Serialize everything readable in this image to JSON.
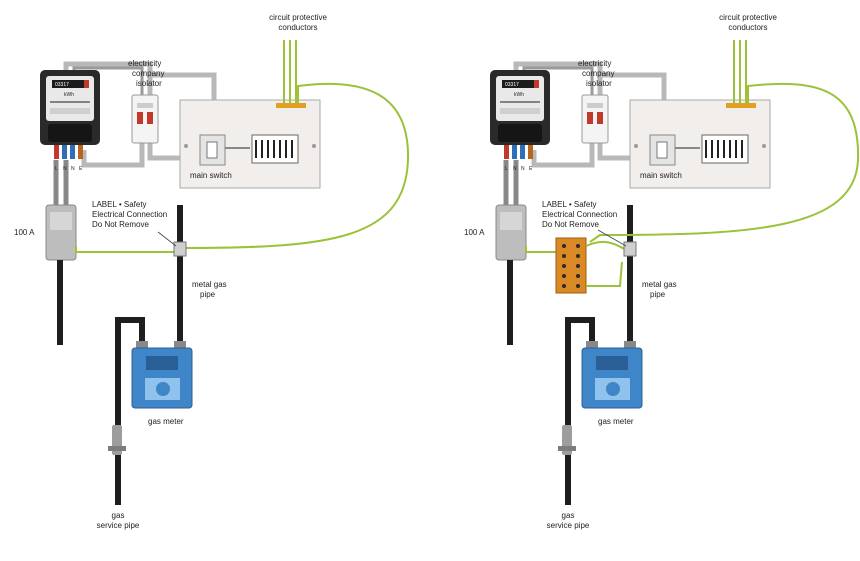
{
  "panels": [
    {
      "id": "left",
      "labels": {
        "circuit_protective_line1": "circuit protective",
        "circuit_protective_line2": "conductors",
        "isolator_line1": "electricity",
        "isolator_line2": "company",
        "isolator_line3": "isolator",
        "main_switch": "main switch",
        "label_line1": "LABEL • Safety",
        "label_line2": "Electrical Connection",
        "label_line3": "Do Not Remove",
        "fuse_rating": "100 A",
        "pipe_line1": "metal gas",
        "pipe_line2": "pipe",
        "gas_meter": "gas meter",
        "service_line1": "gas",
        "service_line2": "service pipe",
        "meter_reading": "03317",
        "meter_unit": "kWh",
        "terminal_letters": [
          "L",
          "N",
          "N",
          "E"
        ]
      }
    },
    {
      "id": "right",
      "labels": {
        "circuit_protective_line1": "circuit protective",
        "circuit_protective_line2": "conductors",
        "isolator_line1": "electricity",
        "isolator_line2": "company",
        "isolator_line3": "isolator",
        "main_switch": "main switch",
        "label_line1": "LABEL • Safety",
        "label_line2": "Electrical Connection",
        "label_line3": "Do Not Remove",
        "fuse_rating": "100 A",
        "pipe_line1": "metal gas",
        "pipe_line2": "pipe",
        "gas_meter": "gas meter",
        "service_line1": "gas",
        "service_line2": "service pipe",
        "meter_reading": "03317",
        "meter_unit": "kWh",
        "terminal_letters": [
          "L",
          "N",
          "N",
          "E"
        ]
      }
    }
  ],
  "colors": {
    "earth_wire": "#9cc23a",
    "cable_grey": "#b8b8b8",
    "meter_body": "#2a2a2a",
    "gas_meter_blue": "#3f86c8",
    "terminal_block": "#d98a25",
    "busbar": "#e0a020",
    "pipe": "#1e1e1e",
    "consumer_unit": "#f2eeec"
  }
}
